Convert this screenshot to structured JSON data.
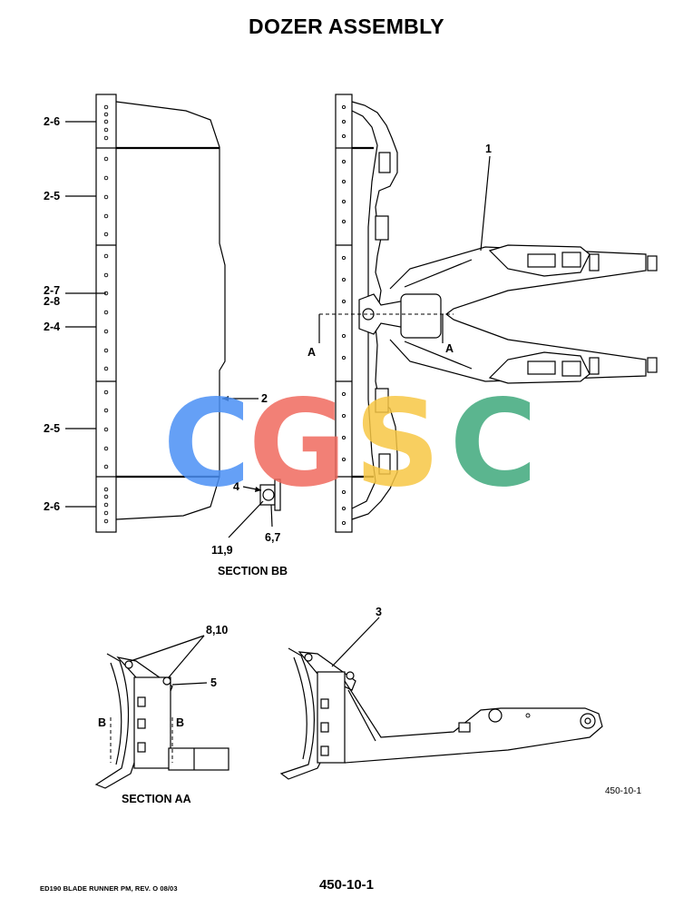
{
  "title": "DOZER ASSEMBLY",
  "callouts": {
    "c26a": "2-6",
    "c25a": "2-5",
    "c27": "2-7",
    "c28": "2-8",
    "c24": "2-4",
    "c25b": "2-5",
    "c26b": "2-6",
    "c2": "2",
    "c4": "4",
    "c67": "6,7",
    "c119": "11,9",
    "c1": "1",
    "cA1": "A",
    "cA2": "A",
    "c810": "8,10",
    "c5": "5",
    "c3": "3",
    "cB1": "B",
    "cB2": "B"
  },
  "section_bb": "SECTION BB",
  "section_aa": "SECTION AA",
  "figure_number": "450-10-1",
  "watermark": {
    "text": "CGSC",
    "colors": [
      "#4a8ff5",
      "#f06a5e",
      "#f7c744",
      "#3ea87b"
    ]
  },
  "footer": {
    "left": "ED190 BLADE RUNNER PM,  REV. O 08/03",
    "page": "450-10-1"
  }
}
